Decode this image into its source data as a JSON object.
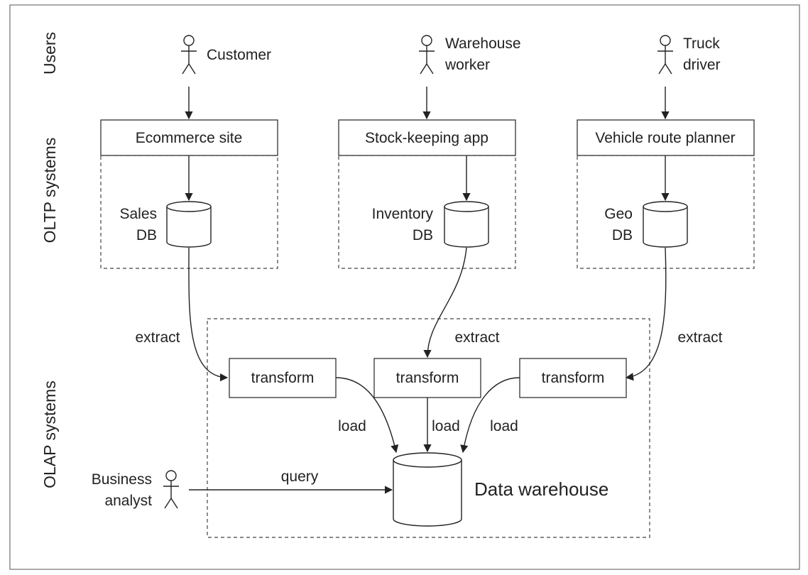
{
  "sections": {
    "users": "Users",
    "oltp": "OLTP systems",
    "olap": "OLAP systems"
  },
  "users": {
    "customer": "Customer",
    "warehouse_worker": [
      "Warehouse",
      "worker"
    ],
    "truck_driver": [
      "Truck",
      "driver"
    ],
    "business_analyst": [
      "Business",
      "analyst"
    ]
  },
  "apps": {
    "ecommerce": "Ecommerce site",
    "stock": "Stock-keeping app",
    "vehicle": "Vehicle route planner"
  },
  "databases": {
    "sales": [
      "Sales",
      "DB"
    ],
    "inventory": [
      "Inventory",
      "DB"
    ],
    "geo": [
      "Geo",
      "DB"
    ]
  },
  "etl": {
    "extract": "extract",
    "transform": "transform",
    "load": "load",
    "query": "query"
  },
  "warehouse": "Data warehouse"
}
